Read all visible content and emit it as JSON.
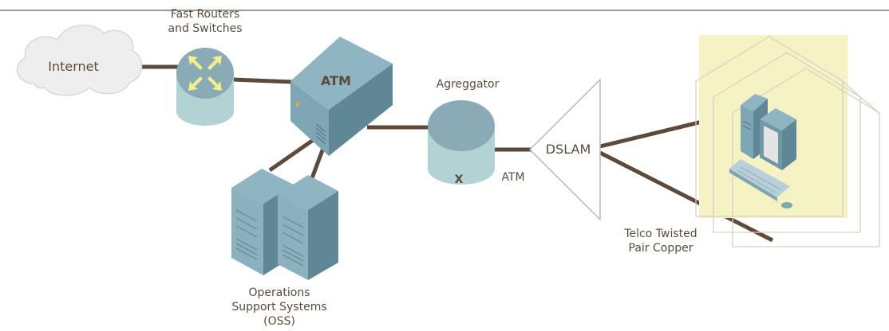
{
  "diagram": {
    "nodes": {
      "internet": "Internet",
      "routers_line1": "Fast Routers",
      "routers_line2": "and Switches",
      "atm_switch": "ATM",
      "aggregator": "Agreggator",
      "aggregator_symbol": "X",
      "atm_link": "ATM",
      "dslam": "DSLAM",
      "copper_line1": "Telco Twisted",
      "copper_line2": "Pair Copper",
      "oss_line1": "Operations",
      "oss_line2": "Support Systems",
      "oss_line3": "(OSS)"
    },
    "colors": {
      "link": "#5e4a3a",
      "device_top": "#8fb4c2",
      "device_front": "#7ea6b4",
      "device_side": "#5f8795",
      "router_body": "#b2d2d4",
      "arrow": "#f2ee8c",
      "cloud": "#eeeeee",
      "home_highlight": "#f5f3c4",
      "house_outline": "#d9d0c4"
    }
  }
}
